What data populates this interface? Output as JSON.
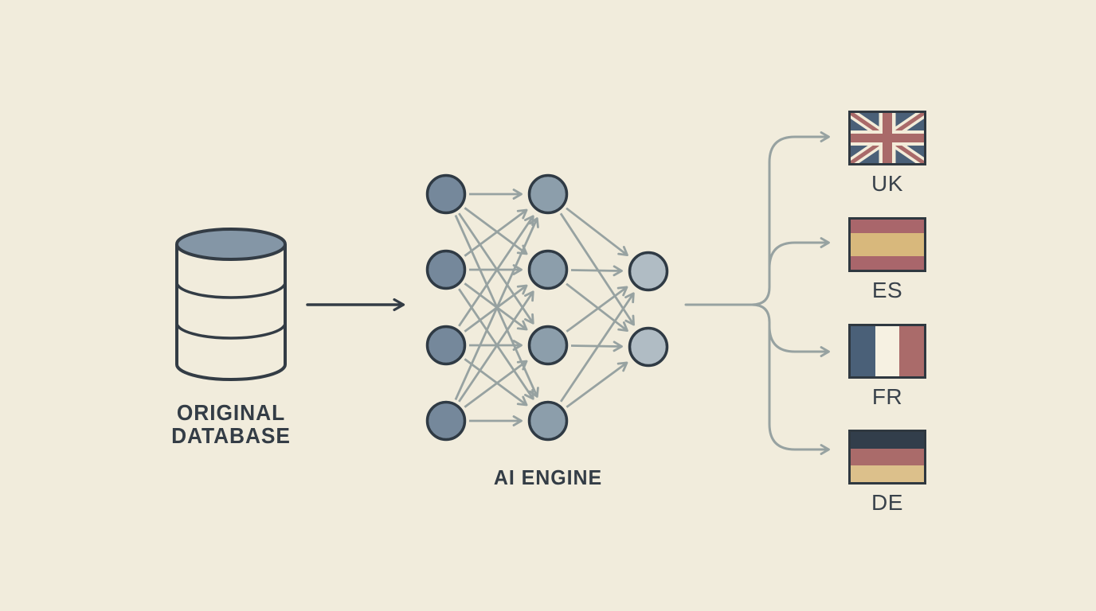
{
  "title": "Original database translated by AI engine into multiple languages",
  "colors": {
    "background": "#f1ecdc",
    "outline_dark": "#333c45",
    "line_gray": "#97a2a1",
    "cylinder_top": "#8496a6",
    "node_layer1": "#75889b",
    "node_layer2": "#8c9eab",
    "node_layer3": "#b0bcc4",
    "node_border": "#2f3a44",
    "flag_border": "#2f3840",
    "uk_navy": "#4a6078",
    "uk_red": "#a96a69",
    "uk_white": "#f3ecd9",
    "es_red": "#a9666b",
    "es_yellow": "#d8b87c",
    "fr_blue": "#4a6078",
    "fr_white": "#f6f1e2",
    "fr_red": "#aa6b6a",
    "de_black": "#323e4b",
    "de_red": "#aa6b6a",
    "de_gold": "#dcc08b"
  },
  "database": {
    "label_line1": "ORIGINAL",
    "label_line2": "DATABASE"
  },
  "ai_engine": {
    "label": "AI ENGINE",
    "layers": [
      4,
      4,
      2
    ]
  },
  "outputs": [
    {
      "code": "UK"
    },
    {
      "code": "ES"
    },
    {
      "code": "FR"
    },
    {
      "code": "DE"
    }
  ]
}
